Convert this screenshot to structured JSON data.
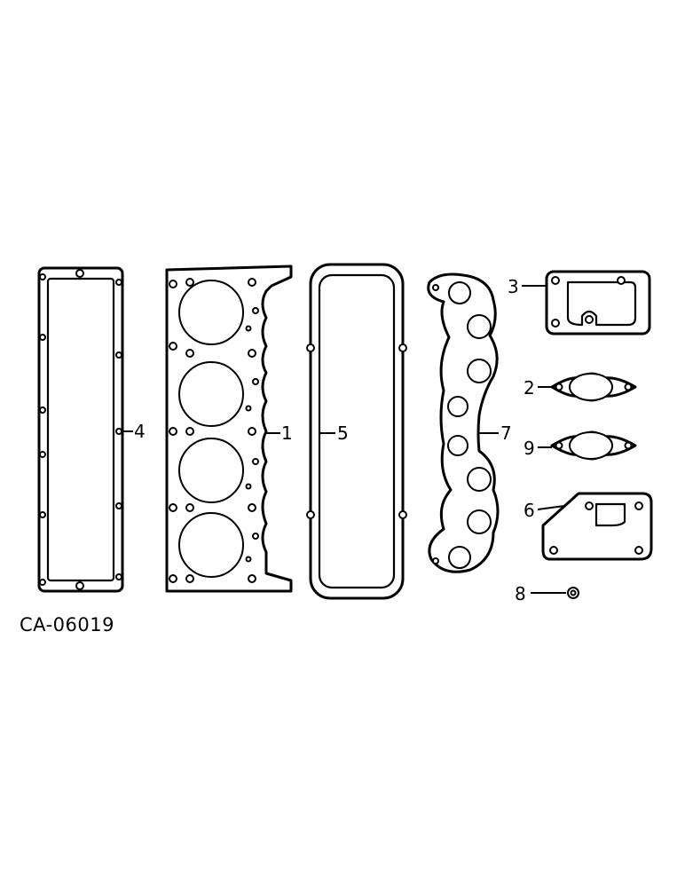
{
  "diagram": {
    "code": "CA-06019",
    "callouts": {
      "p1": "1",
      "p2": "2",
      "p3": "3",
      "p4": "4",
      "p5": "5",
      "p6": "6",
      "p7": "7",
      "p8": "8",
      "p9": "9"
    }
  }
}
